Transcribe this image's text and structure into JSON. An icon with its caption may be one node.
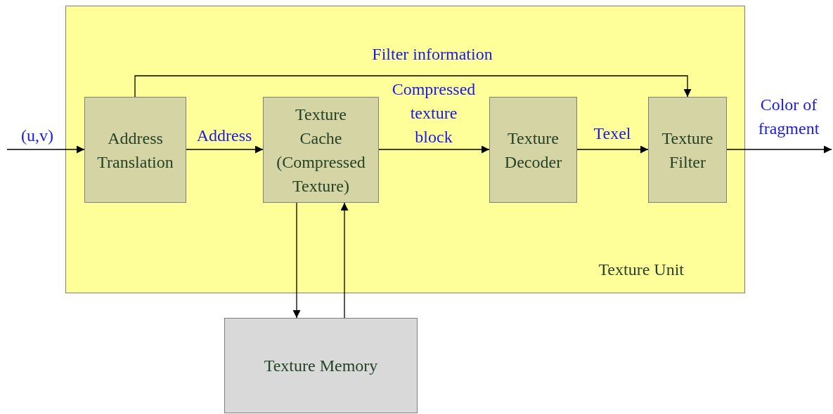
{
  "diagram": {
    "nodes": [
      {
        "text": [
          "Texture Unit"
        ]
      },
      {
        "text": [
          "Address Translation"
        ],
        "in": 0
      },
      {
        "text": [
          "Texture Cache (Compressed Texture)"
        ],
        "in": 0
      },
      {
        "text": [
          "Texture Decoder"
        ],
        "in": 0
      },
      {
        "text": [
          "Texture Filter"
        ],
        "in": 0
      },
      {
        "text": [
          "Texture Memory"
        ]
      }
    ],
    "edges": [
      {
        "from": null,
        "to": 1,
        "arrow": "to",
        "label": "(u,v)"
      },
      {
        "from": 1,
        "to": 2,
        "arrow": "to",
        "label": "Address"
      },
      {
        "from": 2,
        "to": 3,
        "arrow": "to",
        "label": "Compressed texture block"
      },
      {
        "from": 3,
        "to": 4,
        "arrow": "to",
        "label": "Texel"
      },
      {
        "from": 4,
        "to": null,
        "arrow": "to",
        "label": "Color of fragment"
      },
      {
        "from": 1,
        "to": 4,
        "arrow": "to",
        "label": "Filter information"
      },
      {
        "from": 2,
        "to": 5,
        "arrow": "to"
      },
      {
        "from": 5,
        "to": 2,
        "arrow": "to"
      }
    ]
  }
}
